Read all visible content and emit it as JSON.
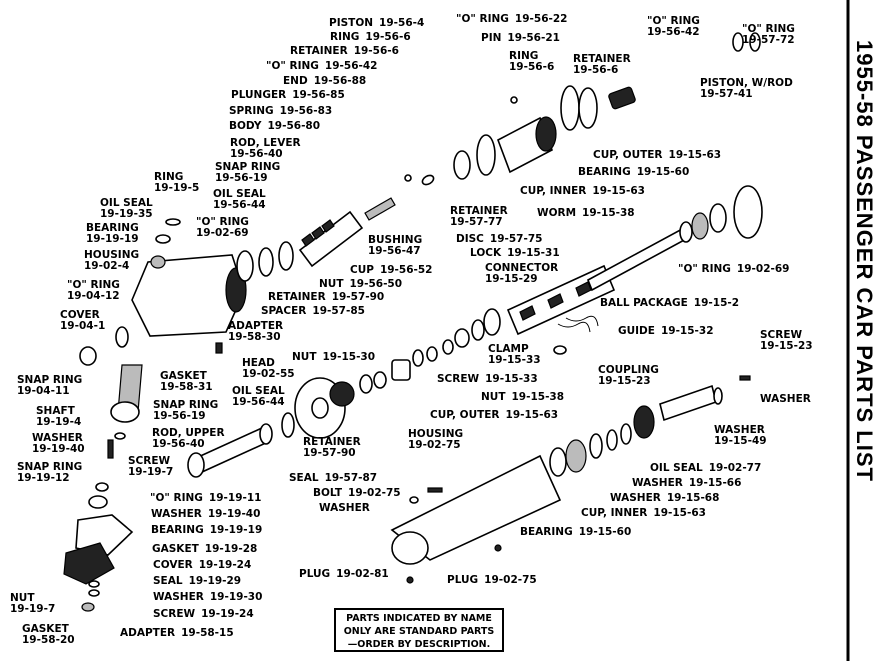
{
  "title": "1955-58 PASSENGER CAR PARTS LIST",
  "note_lines": [
    "PARTS INDICATED BY NAME",
    "ONLY ARE STANDARD PARTS",
    "—ORDER BY DESCRIPTION."
  ],
  "labels": [
    {
      "id": "piston",
      "a": "PISTON",
      "b": "19-56-4"
    },
    {
      "id": "o-ring-top",
      "a": "\"O\" RING",
      "b": "19-56-22"
    },
    {
      "id": "ring-top",
      "a": "RING",
      "b": "19-56-6"
    },
    {
      "id": "pin",
      "a": "PIN",
      "b": "19-56-21"
    },
    {
      "id": "retainer-top",
      "a": "RETAINER",
      "b": "19-56-6"
    },
    {
      "id": "o-ring-2",
      "a": "\"O\" RING",
      "b": "19-56-42"
    },
    {
      "id": "end",
      "a": "END",
      "b": "19-56-88"
    },
    {
      "id": "plunger",
      "a": "PLUNGER",
      "b": "19-56-85"
    },
    {
      "id": "spring",
      "a": "SPRING",
      "b": "19-56-83"
    },
    {
      "id": "body",
      "a": "BODY",
      "b": "19-56-80"
    },
    {
      "id": "rod-lever",
      "a": "ROD, LEVER",
      "b": "19-56-40"
    },
    {
      "id": "ring-right",
      "a": "RING",
      "b": "19-56-6"
    },
    {
      "id": "retainer-right",
      "a": "RETAINER",
      "b": "19-56-6"
    },
    {
      "id": "o-ring-tr1",
      "a": "\"O\" RING",
      "b": "19-56-42"
    },
    {
      "id": "o-ring-tr2",
      "a": "\"O\" RING",
      "b": "19-57-72"
    },
    {
      "id": "piston-rod",
      "a": "PISTON, W/ROD",
      "b": "19-57-41"
    },
    {
      "id": "cup-outer-top",
      "a": "CUP, OUTER",
      "b": "19-15-63"
    },
    {
      "id": "bearing-top",
      "a": "BEARING",
      "b": "19-15-60"
    },
    {
      "id": "cup-inner-top",
      "a": "CUP, INNER",
      "b": "19-15-63"
    },
    {
      "id": "worm",
      "a": "WORM",
      "b": "19-15-38"
    },
    {
      "id": "o-ring-right",
      "a": "\"O\" RING",
      "b": "19-02-69"
    },
    {
      "id": "ring-left",
      "a": "RING",
      "b": "19-19-5"
    },
    {
      "id": "oil-seal-left",
      "a": "OIL SEAL",
      "b": "19-19-35"
    },
    {
      "id": "bearing-left",
      "a": "BEARING",
      "b": "19-19-19"
    },
    {
      "id": "housing-left",
      "a": "HOUSING",
      "b": "19-02-4"
    },
    {
      "id": "o-ring-left",
      "a": "\"O\" RING",
      "b": "19-04-12"
    },
    {
      "id": "cover-left",
      "a": "COVER",
      "b": "19-04-1"
    },
    {
      "id": "snap-ring-19",
      "a": "SNAP RING",
      "b": "19-56-19"
    },
    {
      "id": "oil-seal-44",
      "a": "OIL SEAL",
      "b": "19-56-44"
    },
    {
      "id": "o-ring-69",
      "a": "\"O\" RING",
      "b": "19-02-69"
    },
    {
      "id": "bushing",
      "a": "BUSHING",
      "b": "19-56-47"
    },
    {
      "id": "retainer-mid",
      "a": "RETAINER",
      "b": "19-57-77"
    },
    {
      "id": "disc",
      "a": "DISC",
      "b": "19-57-75"
    },
    {
      "id": "lock",
      "a": "LOCK",
      "b": "19-15-31"
    },
    {
      "id": "connector",
      "a": "CONNECTOR",
      "b": "19-15-29"
    },
    {
      "id": "cup-52",
      "a": "CUP",
      "b": "19-56-52"
    },
    {
      "id": "nut-50",
      "a": "NUT",
      "b": "19-56-50"
    },
    {
      "id": "retainer-90",
      "a": "RETAINER",
      "b": "19-57-90"
    },
    {
      "id": "spacer",
      "a": "SPACER",
      "b": "19-57-85"
    },
    {
      "id": "ball-package",
      "a": "BALL PACKAGE",
      "b": "19-15-2"
    },
    {
      "id": "guide",
      "a": "GUIDE",
      "b": "19-15-32"
    },
    {
      "id": "clamp",
      "a": "CLAMP",
      "b": "19-15-33"
    },
    {
      "id": "screw-33",
      "a": "SCREW",
      "b": "19-15-33"
    },
    {
      "id": "screw-23",
      "a": "SCREW",
      "b": "19-15-23"
    },
    {
      "id": "coupling",
      "a": "COUPLING",
      "b": "19-15-23"
    },
    {
      "id": "washer-r",
      "a": "WASHER",
      "b": ""
    },
    {
      "id": "washer-49",
      "a": "WASHER",
      "b": "19-15-49"
    },
    {
      "id": "adapter-30",
      "a": "ADAPTER",
      "b": "19-58-30"
    },
    {
      "id": "gasket-31",
      "a": "GASKET",
      "b": "19-58-31"
    },
    {
      "id": "nut-30",
      "a": "NUT",
      "b": "19-15-30"
    },
    {
      "id": "head",
      "a": "HEAD",
      "b": "19-02-55"
    },
    {
      "id": "oil-seal-41",
      "a": "OIL SEAL",
      "b": "19-56-44"
    },
    {
      "id": "snap-ring-56",
      "a": "SNAP RING",
      "b": "19-56-19"
    },
    {
      "id": "rod-upper",
      "a": "ROD, UPPER",
      "b": "19-56-40"
    },
    {
      "id": "snap-ring-ll",
      "a": "SNAP RING",
      "b": "19-04-11"
    },
    {
      "id": "shaft",
      "a": "SHAFT",
      "b": "19-19-4"
    },
    {
      "id": "washer-40",
      "a": "WASHER",
      "b": "19-19-40"
    },
    {
      "id": "screw-7",
      "a": "SCREW",
      "b": "19-19-7"
    },
    {
      "id": "snap-ring-12",
      "a": "SNAP RING",
      "b": "19-19-12"
    },
    {
      "id": "o-ring-11",
      "a": "\"O\" RING",
      "b": "19-19-11"
    },
    {
      "id": "washer-1940",
      "a": "WASHER",
      "b": "19-19-40"
    },
    {
      "id": "bearing-1919",
      "a": "BEARING",
      "b": "19-19-19"
    },
    {
      "id": "gasket-28",
      "a": "GASKET",
      "b": "19-19-28"
    },
    {
      "id": "cover-24",
      "a": "COVER",
      "b": "19-19-24"
    },
    {
      "id": "seal-29",
      "a": "SEAL",
      "b": "19-19-29"
    },
    {
      "id": "washer-30",
      "a": "WASHER",
      "b": "19-19-30"
    },
    {
      "id": "screw-24",
      "a": "SCREW",
      "b": "19-19-24"
    },
    {
      "id": "adapter-15",
      "a": "ADAPTER",
      "b": "19-58-15"
    },
    {
      "id": "nut-7",
      "a": "NUT",
      "b": "19-19-7"
    },
    {
      "id": "gasket-20",
      "a": "GASKET",
      "b": "19-58-20"
    },
    {
      "id": "retainer-5790",
      "a": "RETAINER",
      "b": "19-57-90"
    },
    {
      "id": "seal-87",
      "a": "SEAL",
      "b": "19-57-87"
    },
    {
      "id": "bolt",
      "a": "BOLT",
      "b": "19-02-75"
    },
    {
      "id": "washer-bolt",
      "a": "WASHER",
      "b": ""
    },
    {
      "id": "cup-outer-lower",
      "a": "CUP, OUTER",
      "b": "19-15-63"
    },
    {
      "id": "housing-lower",
      "a": "HOUSING",
      "b": "19-02-75"
    },
    {
      "id": "nut-38",
      "a": "NUT",
      "b": "19-15-38"
    },
    {
      "id": "oil-seal-77",
      "a": "OIL SEAL",
      "b": "19-02-77"
    },
    {
      "id": "washer-66",
      "a": "WASHER",
      "b": "19-15-66"
    },
    {
      "id": "washer-68",
      "a": "WASHER",
      "b": "19-15-68"
    },
    {
      "id": "cup-inner-lower",
      "a": "CUP, INNER",
      "b": "19-15-63"
    },
    {
      "id": "bearing-lower",
      "a": "BEARING",
      "b": "19-15-60"
    },
    {
      "id": "plug-81",
      "a": "PLUG",
      "b": "19-02-81"
    },
    {
      "id": "plug-75",
      "a": "PLUG",
      "b": "19-02-75"
    }
  ]
}
